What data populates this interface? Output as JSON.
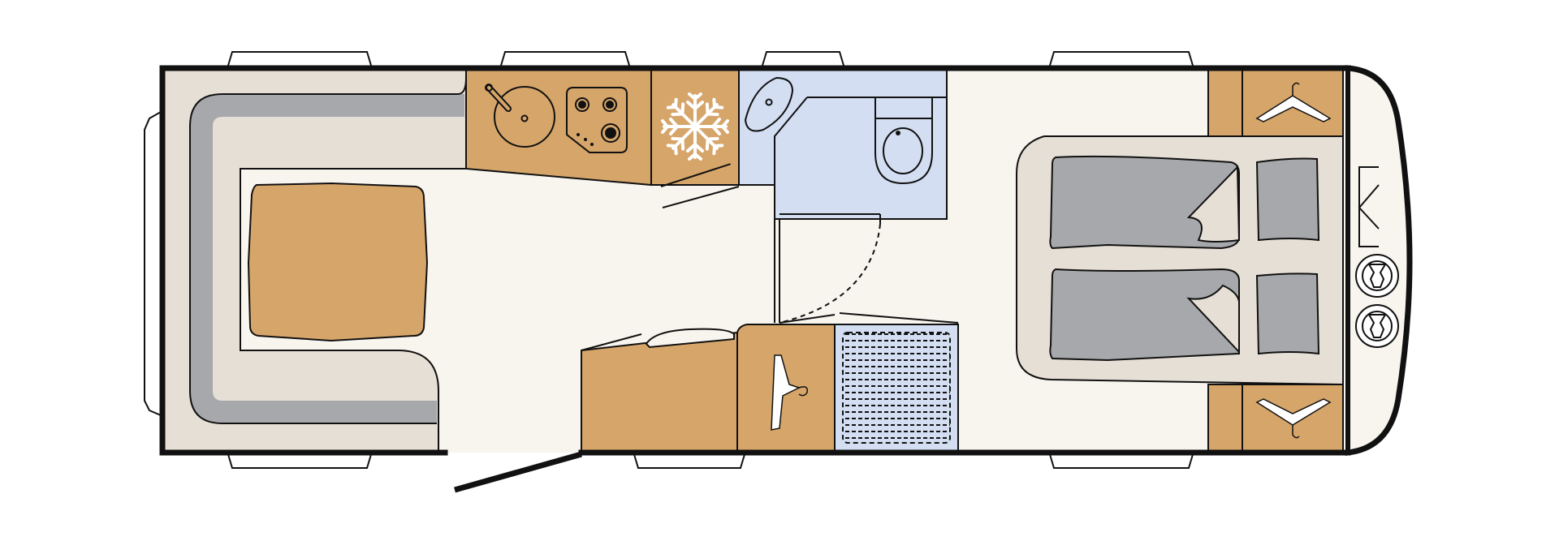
{
  "diagram": {
    "type": "caravan-floor-plan",
    "view": "top-down",
    "labels": []
  },
  "colors": {
    "floor": "#f8f4ee",
    "wood": "#d6a56a",
    "upholstery": "#e6dfd5",
    "cushion-shadow": "#a7a8ab",
    "wet-room": "#d3def2",
    "outline": "#111111",
    "background": "#ffffff"
  },
  "zones": [
    {
      "name": "u-shaped-seating-lounge",
      "icon": "sofa-icon"
    },
    {
      "name": "dining-table",
      "icon": "table-icon"
    },
    {
      "name": "kitchen-sink",
      "icon": "sink-icon"
    },
    {
      "name": "three-burner-hob",
      "icon": "hob-icon"
    },
    {
      "name": "refrigerator",
      "icon": "snowflake-icon"
    },
    {
      "name": "washroom",
      "icon": "toilet-icon"
    },
    {
      "name": "shower-tray",
      "icon": "shower-icon"
    },
    {
      "name": "wardrobe",
      "icon": "hanger-icon"
    },
    {
      "name": "double-bed",
      "icon": "bed-icon"
    },
    {
      "name": "wardrobe-left",
      "icon": "hanger-icon"
    },
    {
      "name": "wardrobe-right",
      "icon": "hanger-icon"
    },
    {
      "name": "gas-bottle-locker",
      "icon": "gas-bottle-icon"
    },
    {
      "name": "entrance-door",
      "icon": "door-icon"
    }
  ]
}
